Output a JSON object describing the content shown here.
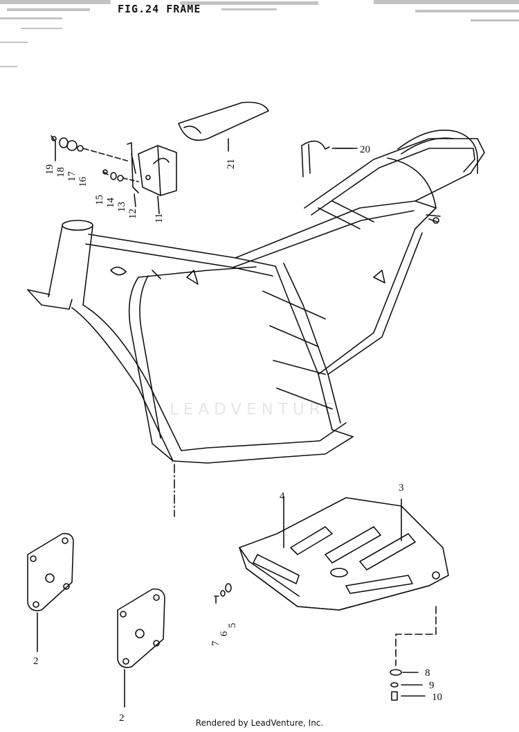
{
  "diagram": {
    "title": "FIG.24  FRAME",
    "watermark": "LEADVENTURE",
    "footer": "Rendered by LeadVenture, Inc.",
    "parts": [
      {
        "id": "p2a",
        "label": "2"
      },
      {
        "id": "p2b",
        "label": "2"
      },
      {
        "id": "p3",
        "label": "3"
      },
      {
        "id": "p4",
        "label": "4"
      },
      {
        "id": "p5",
        "label": "5"
      },
      {
        "id": "p6",
        "label": "6"
      },
      {
        "id": "p7",
        "label": "7"
      },
      {
        "id": "p8",
        "label": "8"
      },
      {
        "id": "p9",
        "label": "9"
      },
      {
        "id": "p10",
        "label": "10"
      },
      {
        "id": "p11",
        "label": "11"
      },
      {
        "id": "p12",
        "label": "12"
      },
      {
        "id": "p13",
        "label": "13"
      },
      {
        "id": "p14",
        "label": "14"
      },
      {
        "id": "p15",
        "label": "15"
      },
      {
        "id": "p16",
        "label": "16"
      },
      {
        "id": "p17",
        "label": "17"
      },
      {
        "id": "p18",
        "label": "18"
      },
      {
        "id": "p19",
        "label": "19"
      },
      {
        "id": "p20",
        "label": "20"
      },
      {
        "id": "p21",
        "label": "21"
      }
    ]
  }
}
